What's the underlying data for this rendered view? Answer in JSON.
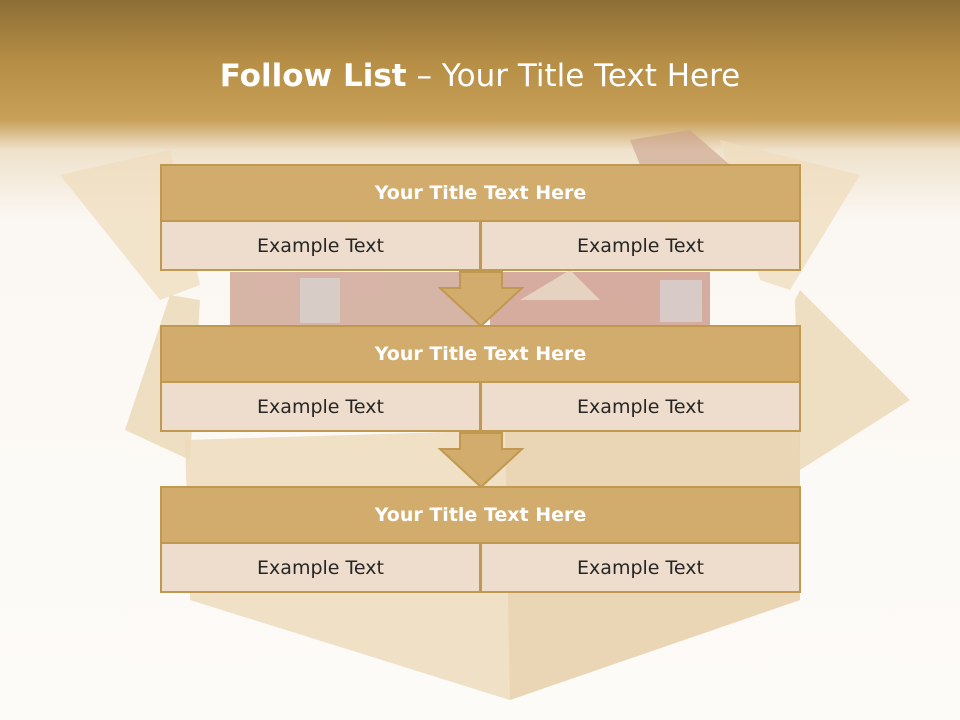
{
  "title": {
    "bold": "Follow List",
    "light": " – Your Title Text Here"
  },
  "blocks": [
    {
      "heading": "Your Title Text Here",
      "left": "Example Text",
      "right": "Example Text"
    },
    {
      "heading": "Your Title Text Here",
      "left": "Example Text",
      "right": "Example Text"
    },
    {
      "heading": "Your Title Text Here",
      "left": "Example Text",
      "right": "Example Text"
    }
  ],
  "colors": {
    "header_band": "#c9a058",
    "block_heading": "#d2ac6c",
    "block_cell": "#eeddcc",
    "border": "#c0984f",
    "arrow": "#d2ac6c"
  },
  "icons": [
    "down-arrow-icon",
    "cardboard-box-house-illustration"
  ]
}
